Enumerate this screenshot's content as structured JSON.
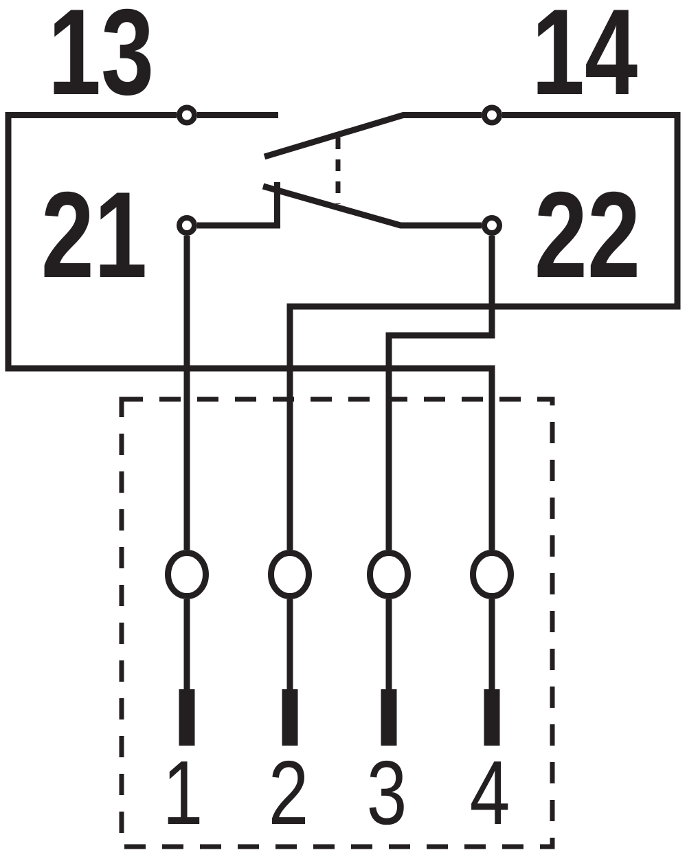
{
  "diagram": {
    "type": "relay-contact-wiring-diagram",
    "colors": {
      "line": "#231f20",
      "background": "#ffffff"
    },
    "contact_terminals": [
      {
        "label": "13",
        "role": "NO contact fixed side"
      },
      {
        "label": "14",
        "role": "NO contact moving side"
      },
      {
        "label": "21",
        "role": "NC contact fixed side"
      },
      {
        "label": "22",
        "role": "NC contact moving side"
      }
    ],
    "pins": [
      {
        "label": "1"
      },
      {
        "label": "2"
      },
      {
        "label": "3"
      },
      {
        "label": "4"
      }
    ]
  }
}
